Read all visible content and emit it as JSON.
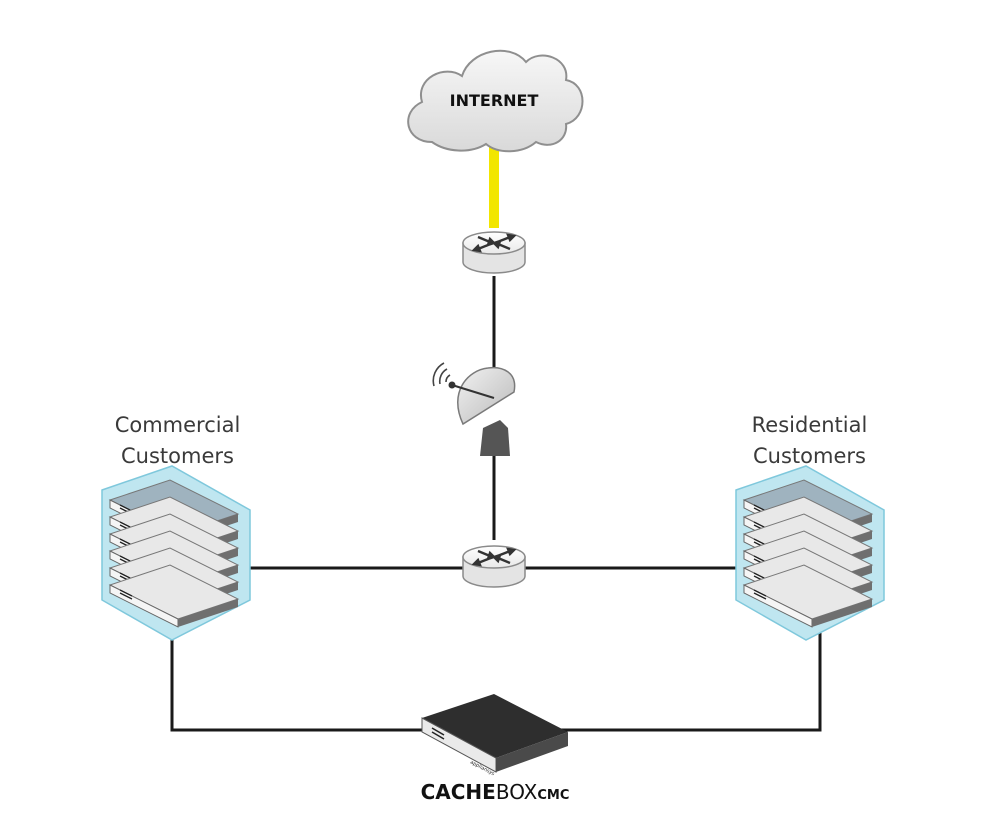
{
  "cloud": {
    "label": "INTERNET"
  },
  "groups": {
    "commercial": {
      "line1": "Commercial",
      "line2": "Customers"
    },
    "residential": {
      "line1": "Residential",
      "line2": "Customers"
    }
  },
  "cachebox": {
    "part1": "CACHE",
    "part2": "BOX",
    "part3": "CMC"
  },
  "device_brand": "appliansys",
  "colors": {
    "uplink": "#f2e600",
    "link": "#1a1a1a",
    "cluster_glow": "#bfe6f0",
    "cluster_edge": "#7fc8dc",
    "server_face": "#9fb3bf",
    "cachebox_body": "#2e2e2e"
  },
  "icons": [
    "cloud-icon",
    "router-icon",
    "satellite-dish-icon",
    "server-stack-icon",
    "cachebox-appliance-icon"
  ]
}
